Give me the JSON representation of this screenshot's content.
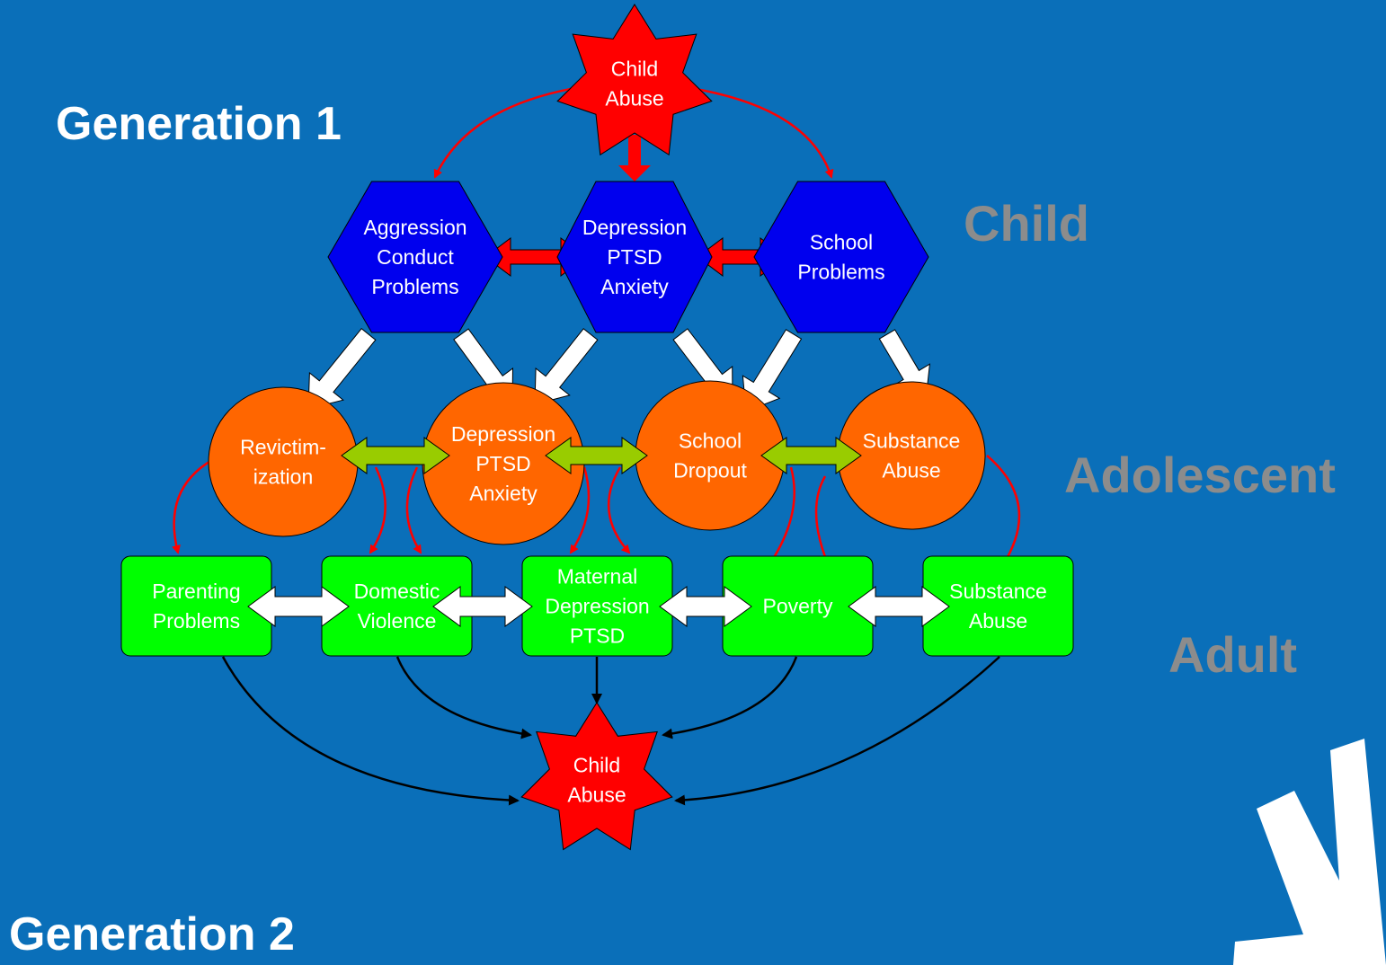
{
  "titles": {
    "generation1": "Generation 1",
    "generation2": "Generation 2"
  },
  "stages": {
    "child": "Child",
    "adolescent": "Adolescent",
    "adult": "Adult"
  },
  "nodes": {
    "top_abuse": [
      "Child",
      "Abuse"
    ],
    "child_aggression": [
      "Aggression",
      "Conduct",
      "Problems"
    ],
    "child_depression": [
      "Depression",
      "PTSD",
      "Anxiety"
    ],
    "child_school": [
      "School",
      "Problems"
    ],
    "teen_revictim": [
      "Revictim-",
      "ization"
    ],
    "teen_depression": [
      "Depression",
      "PTSD",
      "Anxiety"
    ],
    "teen_dropout": [
      "School",
      "Dropout"
    ],
    "teen_substance": [
      "Substance",
      "Abuse"
    ],
    "adult_parenting": [
      "Parenting",
      "Problems"
    ],
    "adult_domestic": [
      "Domestic",
      "Violence"
    ],
    "adult_maternal": [
      "Maternal",
      "Depression",
      "PTSD"
    ],
    "adult_poverty": [
      "Poverty"
    ],
    "adult_substance": [
      "Substance",
      "Abuse"
    ],
    "bottom_abuse": [
      "Child",
      "Abuse"
    ]
  },
  "colors": {
    "background": "#0a6fb9",
    "star": "#ff0000",
    "hexagon": "#0000ee",
    "circle": "#ff6600",
    "rounded_box": "#00ff00",
    "red_arrow": "#ff0000",
    "green_arrow": "#99cc00",
    "white_arrow": "#ffffff",
    "black_arrow": "#000000",
    "stage_label": "#8c8c8c"
  }
}
